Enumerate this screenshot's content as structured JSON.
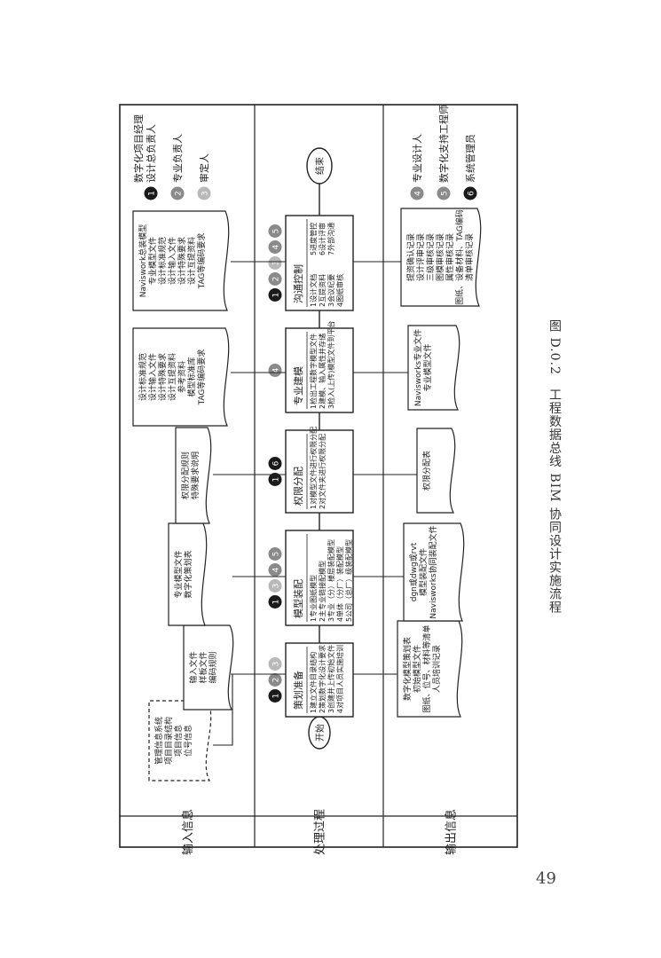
{
  "lanes": [
    "输入信息",
    "处理过程",
    "输出信息"
  ],
  "flow": {
    "start": "开始",
    "end": "结束"
  },
  "steps": [
    {
      "title": "策划准备",
      "markers": [
        "1",
        "2",
        "3"
      ],
      "items": [
        "1建立文件目录结构",
        "2策划数字化设计要求",
        "3创建并上传初始文件",
        "4对项目人员实施培训"
      ]
    },
    {
      "title": "模型装配",
      "markers": [
        "1",
        "3",
        "4",
        "5"
      ],
      "items": [
        "1专业图纸模型",
        "2主专业链接配模型",
        "3专业（分）楼层装配模型",
        "4单体（分厂）装配模型",
        "5公司（总厂）级装配模型"
      ]
    },
    {
      "title": "权限分配",
      "markers": [
        "1",
        "6"
      ],
      "items": [
        "1对模型文件进行权限分配",
        "2对文件夹进行权限分配"
      ]
    },
    {
      "title": "专业建模",
      "markers": [
        "4"
      ],
      "items": [
        "1检出工程数字模型文件",
        "2建模、输入属性并存储",
        "3检入(上传)模型文件到平台"
      ]
    },
    {
      "title": "沟通控制",
      "markers": [
        "1",
        "2",
        "3",
        "4",
        "5"
      ],
      "items": [
        "1设计文档",
        "2互提资料",
        "3会议纪要",
        "4图纸审核",
        "5进度管控",
        "6设计评审",
        "7外部沟通"
      ]
    }
  ],
  "inputs": [
    {
      "lines": [
        "管理信息系统",
        "项目目录结构",
        "项目信息",
        "位号信息"
      ]
    },
    {
      "lines": [
        "输入文件",
        "样板文件",
        "编码规则"
      ]
    },
    {
      "lines": [
        "专业模型文件",
        "数字化策划表"
      ]
    },
    {
      "lines": [
        "权限分配规则",
        "特殊要求说明"
      ]
    },
    {
      "lines": [
        "设计标准规范",
        "设计输入文件",
        "设计特殊要求",
        "设计互提资料",
        "参考资料",
        "模型标准库",
        "TAG等编码要求"
      ]
    },
    {
      "lines": [
        "Naviswork总装模型",
        "专业模型文件",
        "设计标准规范",
        "设计输入文件",
        "设计特殊要求",
        "设计互提资料",
        "TAG等编码要求"
      ]
    }
  ],
  "outputs": [
    {
      "lines": [
        "数字化模型策划表",
        "初始模型文件",
        "图纸、位号、材料等清单",
        "人员培训记录"
      ]
    },
    {
      "lines": [
        "dgn或dwg或rvt",
        "模型装配文件",
        "Navisworks协同装配文件"
      ]
    },
    {
      "lines": [
        "权限分配表"
      ]
    },
    {
      "lines": [
        "Navisworks专业文件",
        "专业模型文件"
      ]
    },
    {
      "lines": [
        "提资确认记录",
        "设计评审记录",
        "三级审核记录",
        "图模审核记录",
        "属性审核记录",
        "图纸、设备材料、TAG编码",
        "清单审核记录"
      ]
    }
  ],
  "roles": [
    {
      "num": "1",
      "label": "设计总负责人",
      "label2": "数字化项目经理"
    },
    {
      "num": "2",
      "label": "专业负责人"
    },
    {
      "num": "3",
      "label": "审定人"
    },
    {
      "num": "4",
      "label": "专业设计人"
    },
    {
      "num": "5",
      "label": "数字化支持工程师"
    },
    {
      "num": "6",
      "label": "系统管理员"
    }
  ],
  "caption": "图 D.0.2　工程数据总线 BIM 协同设计实施流程",
  "page_number": "49",
  "colors": {
    "marker_dark": "#1a1a1a",
    "marker_gray": "#8a8a8a",
    "marker_light": "#b8b8b8",
    "line": "#222222"
  }
}
